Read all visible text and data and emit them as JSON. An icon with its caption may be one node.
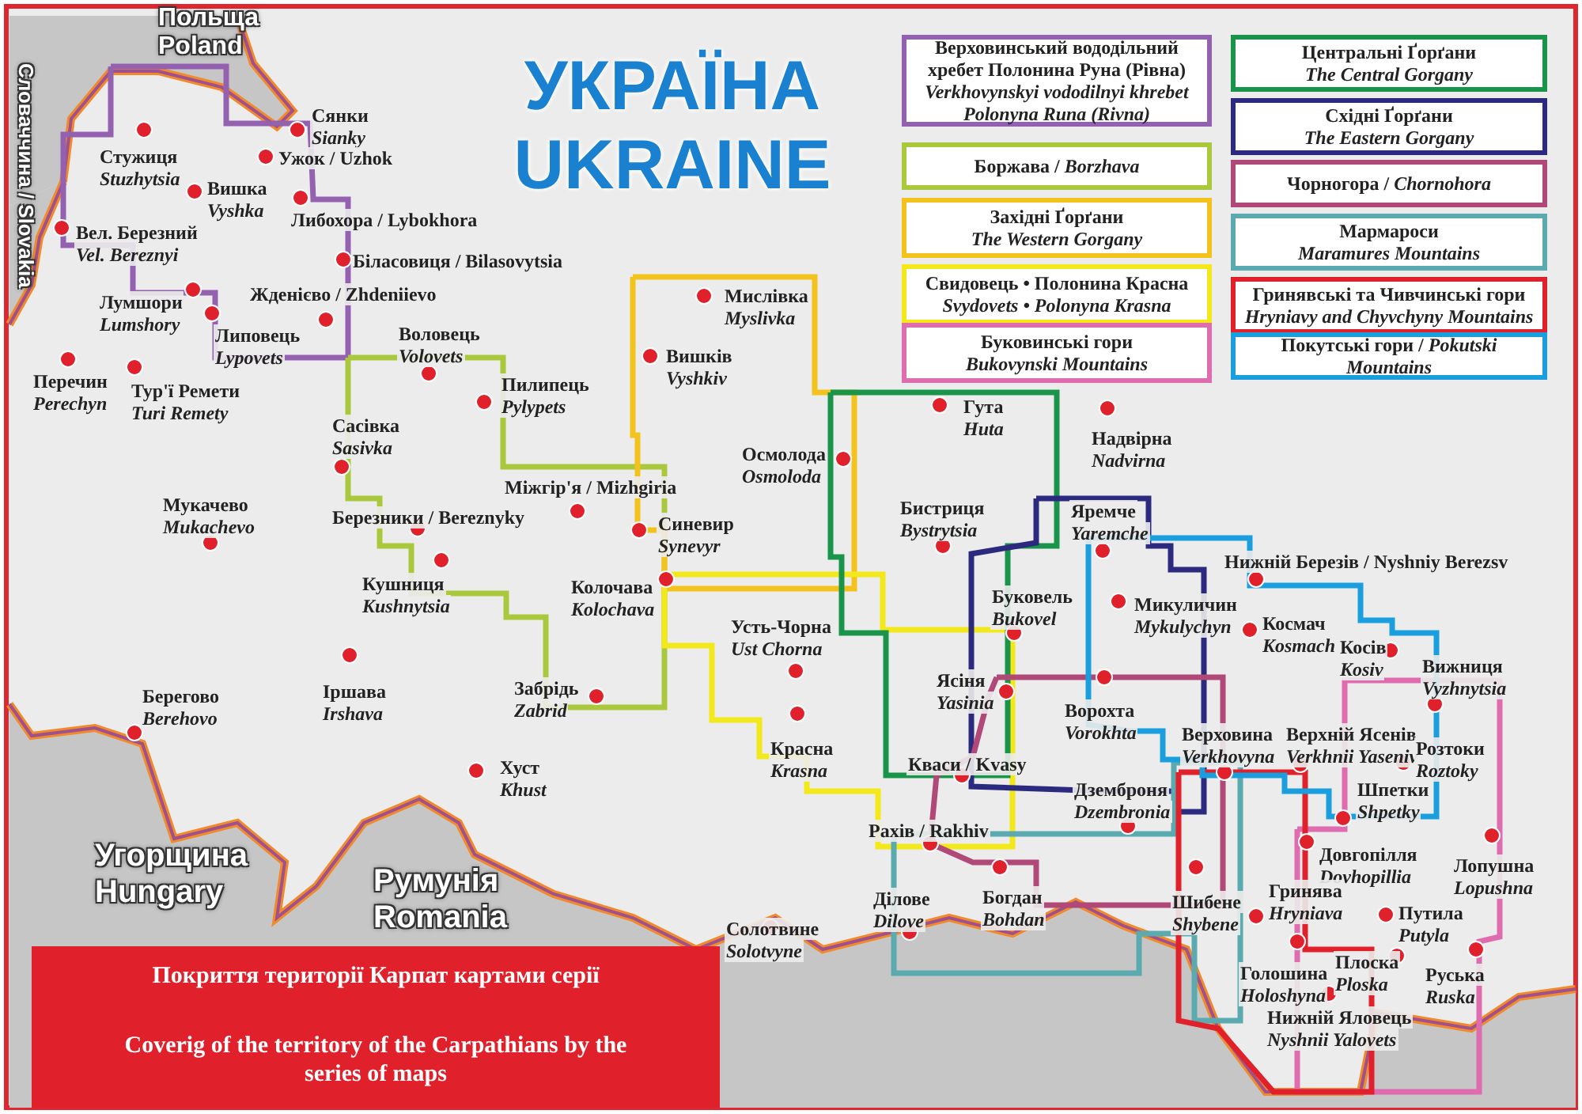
{
  "diagram": {
    "title": "УКРАЇНА UKRAINE",
    "labels": [
      "Польща",
      "Poland",
      "Словаччина / Slovakia",
      "Сянки",
      "Sianky",
      "Стужиця",
      "Stuzhytsia",
      "Ужок / Uzhok",
      "Вишка",
      "Vyshka",
      "Либохора / Lybokhora",
      "Вел. Березний",
      "Vel. Bereznyi",
      "Біласовиця / Bilasovytsia",
      "Ждeнієво / Zhdeniievo",
      "Лумшори",
      "Lumshory",
      "Липовець",
      "Lypovets",
      "Перечин",
      "Perechyn",
      "Тур'ї Ремети",
      "Turi Remety",
      "Воловець",
      "Volovets",
      "Сасівка",
      "Sasivka",
      "Пилипець",
      "Pylypets",
      "Мислівка",
      "Myslivka",
      "Вишків",
      "Vyshkiv",
      "Осмолода",
      "Osmoloda",
      "Гута",
      "Huta",
      "Надвірна",
      "Nadvirna",
      "Мукачево",
      "Mukachevo",
      "Березники / Bereznyky",
      "Міжгір'я / Mizhgiria",
      "Синевир",
      "Synevyr",
      "Бистриця",
      "Bystrytsia",
      "Яремче",
      "Yaremche",
      "Кушниця",
      "Kushnytsia",
      "Колочава",
      "Kolochava",
      "Буковель",
      "Bukovel",
      "Микуличин",
      "Mykulychyn",
      "Нижній Березів / Nyshniy Berezsv",
      "Космач",
      "Kosmach",
      "Косів",
      "Kosiv",
      "Вижниця",
      "Vyzhnytsia",
      "Усть-Чорна",
      "Ust Chorna",
      "Ясіня",
      "Yasinia",
      "Ворохта",
      "Vorokhta",
      "Берегово",
      "Berehovo",
      "Іршава",
      "Irshava",
      "Забрідь",
      "Zabrid",
      "Хуст",
      "Khust",
      "Верховина",
      "Verkhovyna",
      "Верхній Ясенів",
      "Verkhnii Yaseniv",
      "Розтоки",
      "Roztoky",
      "Красна",
      "Krasna",
      "Кваси / Kvasy",
      "Дземброня",
      "Dzembronia",
      "Шпетки",
      "Shpetky",
      "Рахів / Rakhiv",
      "Довгопілля",
      "Dovhopillia",
      "Лопушна",
      "Lopushna",
      "Солотвине",
      "Solotvyne",
      "Ділове",
      "Dilove",
      "Богдан",
      "Bohdan",
      "Шибене",
      "Shybene",
      "Гринява",
      "Hryniava",
      "Путила",
      "Putyla",
      "Голошина",
      "Holoshyna",
      "Плоска",
      "Ploska",
      "Руська",
      "Ruska",
      "Нижній Яловець",
      "Nyshnii Yalovets",
      "Угорщина",
      "Hungary",
      "Румунія",
      "Romania",
      "Покриття території Карпат картами серії",
      "Coverig of the territory of the Carpathians by the series of maps"
    ],
    "legend": [
      {
        "text": "Верховинський вододільний хребет Полонина Руна (Рівна) *Verkhovynskyi vododilnyi khrebet Polonyna Runa (Rivna)*",
        "color": "#9460b0"
      },
      {
        "text": "Боржава / *Borzhava*",
        "color": "#a9c83c"
      },
      {
        "text": "Західні Ґорґани *The Western Gorgany*",
        "color": "#f4c21c"
      },
      {
        "text": "Свидовець • Полонина Красна *Svydovets • Polonyna Krasna*",
        "color": "#f2e81a"
      },
      {
        "text": "Буковинські гори *Bukovynski Mountains*",
        "color": "#de6cae"
      },
      {
        "text": "Центральні Ґорґани *The Central Gorgany*",
        "color": "#1a944a"
      },
      {
        "text": "Східні Ґорґани *The Eastern Gorgany*",
        "color": "#2c2a7e"
      },
      {
        "text": "Чорногора / *Chornohora*",
        "color": "#b04878"
      },
      {
        "text": "Мармароси *Maramures Mountains*",
        "color": "#5aaab0"
      },
      {
        "text": "Гринявські та Чивчинські гори *Hryniavy and Chyvchyny Mountains*",
        "color": "#e0202a"
      },
      {
        "text": "Покутські гори / *Pokutski Mountains*",
        "color": "#1a9ede"
      }
    ]
  }
}
